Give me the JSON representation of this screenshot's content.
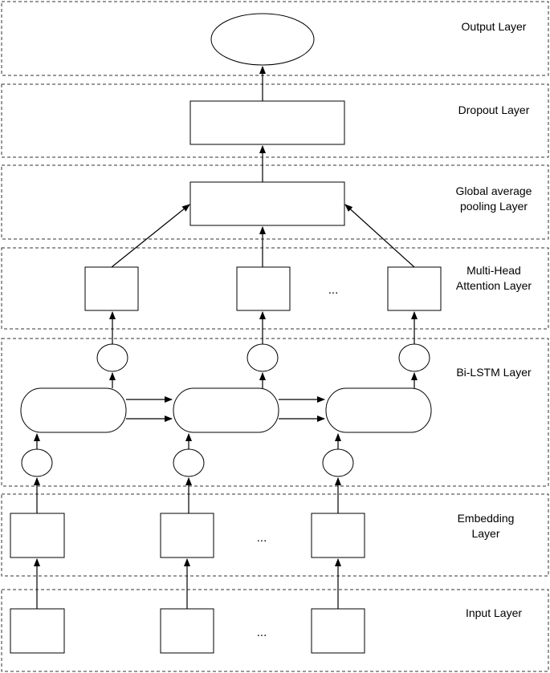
{
  "layers": {
    "output": [
      "Output Layer"
    ],
    "dropout": [
      "Dropout Layer"
    ],
    "pooling": [
      "Global average",
      "pooling Layer"
    ],
    "attention": [
      "Multi-Head",
      "Attention Layer"
    ],
    "bilstm": [
      "Bi-LSTM Layer"
    ],
    "embedding": [
      "Embedding",
      "Layer"
    ],
    "input": [
      "Input Layer"
    ]
  },
  "ellipsis": "..."
}
